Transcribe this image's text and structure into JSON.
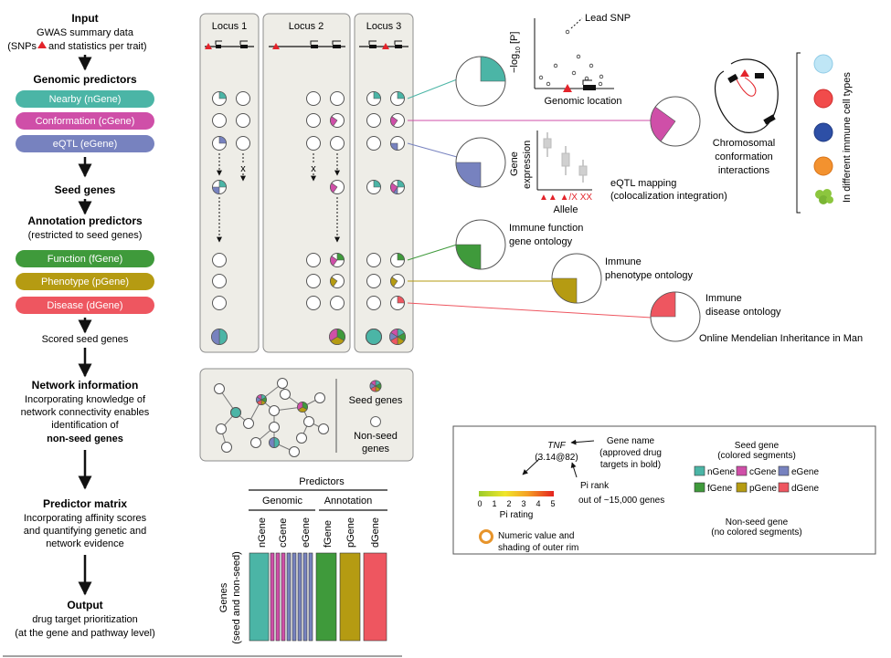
{
  "left_panel": {
    "input_title": "Input",
    "input_desc1": "GWAS summary data",
    "input_desc2": "(SNPs",
    "input_desc2b": "and statistics per trait)",
    "genomic_title": "Genomic predictors",
    "pill_nearby": "Nearby (nGene)",
    "pill_conformation": "Conformation (cGene)",
    "pill_eqtl": "eQTL (eGene)",
    "seed_title": "Seed genes",
    "annot_title": "Annotation predictors",
    "annot_sub": "(restricted to seed genes)",
    "pill_function": "Function (fGene)",
    "pill_phenotype": "Phenotype (pGene)",
    "pill_disease": "Disease (dGene)",
    "scored": "Scored seed genes",
    "network_title": "Network information",
    "network_desc1": "Incorporating knowledge of",
    "network_desc2": "network connectivity enables",
    "network_desc3": "identification of",
    "network_desc4": "non-seed genes",
    "matrix_title": "Predictor matrix",
    "matrix_desc1": "Incorporating affinity scores",
    "matrix_desc2": "and quantifying genetic and",
    "matrix_desc3": "network evidence",
    "output_title": "Output",
    "output_desc1": "drug target prioritization",
    "output_desc2": "(at the gene and pathway level)"
  },
  "loci": {
    "locus1": "Locus 1",
    "locus2": "Locus 2",
    "locus3": "Locus 3"
  },
  "network_box": {
    "seed_label": "Seed genes",
    "nonseed_label1": "Non-seed",
    "nonseed_label2": "genes"
  },
  "matrix": {
    "predictors": "Predictors",
    "genomic": "Genomic",
    "annotation": "Annotation",
    "columns": [
      "nGene",
      "cGene",
      "eGene",
      "fGene",
      "pGene",
      "dGene"
    ],
    "ylabel1": "Genes",
    "ylabel2": "(seed and non-seed)"
  },
  "right_panel": {
    "lead_snp": "Lead SNP",
    "ylabel_pre": "−log",
    "ylabel_sub": "10",
    "ylabel_post": " [P]",
    "genomic_location": "Genomic location",
    "chromosomal1": "Chromosomal",
    "chromosomal2": "conformation",
    "chromosomal3": "interactions",
    "immune_cells": "In different immune cell types",
    "gene_expression1": "Gene",
    "gene_expression2": "expression",
    "allele": "Allele",
    "allele_ticks": "▲▲ ▲/X XX",
    "eqtl1": "eQTL mapping",
    "eqtl2": "(colocalization integration)",
    "immune_function1": "Immune function",
    "immune_function2": "gene ontology",
    "immune_pheno1": "Immune",
    "immune_pheno2": "phenotype ontology",
    "immune_disease1": "Immune",
    "immune_disease2": "disease ontology",
    "omim": "Online Mendelian Inheritance in Man"
  },
  "legend": {
    "tnf": "TNF",
    "tnf_score": "(3.14@82)",
    "gene_name1": "Gene name",
    "gene_name2": "(approved drug",
    "gene_name3": "targets in bold)",
    "pi_rank1": "Pi rank",
    "pi_rank2": "out of ~15,000 genes",
    "scale_ticks": [
      "0",
      "1",
      "2",
      "3",
      "4",
      "5"
    ],
    "pi_rating": "Pi rating",
    "numeric1": "Numeric value and",
    "numeric2": "shading of outer rim",
    "seed_gene1": "Seed gene",
    "seed_gene2": "(colored segments)",
    "items": [
      "nGene",
      "cGene",
      "eGene",
      "fGene",
      "pGene",
      "dGene"
    ],
    "nonseed1": "Non-seed gene",
    "nonseed2": "(no colored segments)"
  },
  "colors": {
    "nGene": "#4bb5a6",
    "cGene": "#cf4fa8",
    "eGene": "#7782bf",
    "fGene": "#3f9a3b",
    "pGene": "#b59b12",
    "dGene": "#ee5660",
    "snp_red": "#e3242b",
    "box_fill": "#eeede7",
    "box_stroke": "#8e8e8e",
    "rim_orange": "#e7942b"
  }
}
